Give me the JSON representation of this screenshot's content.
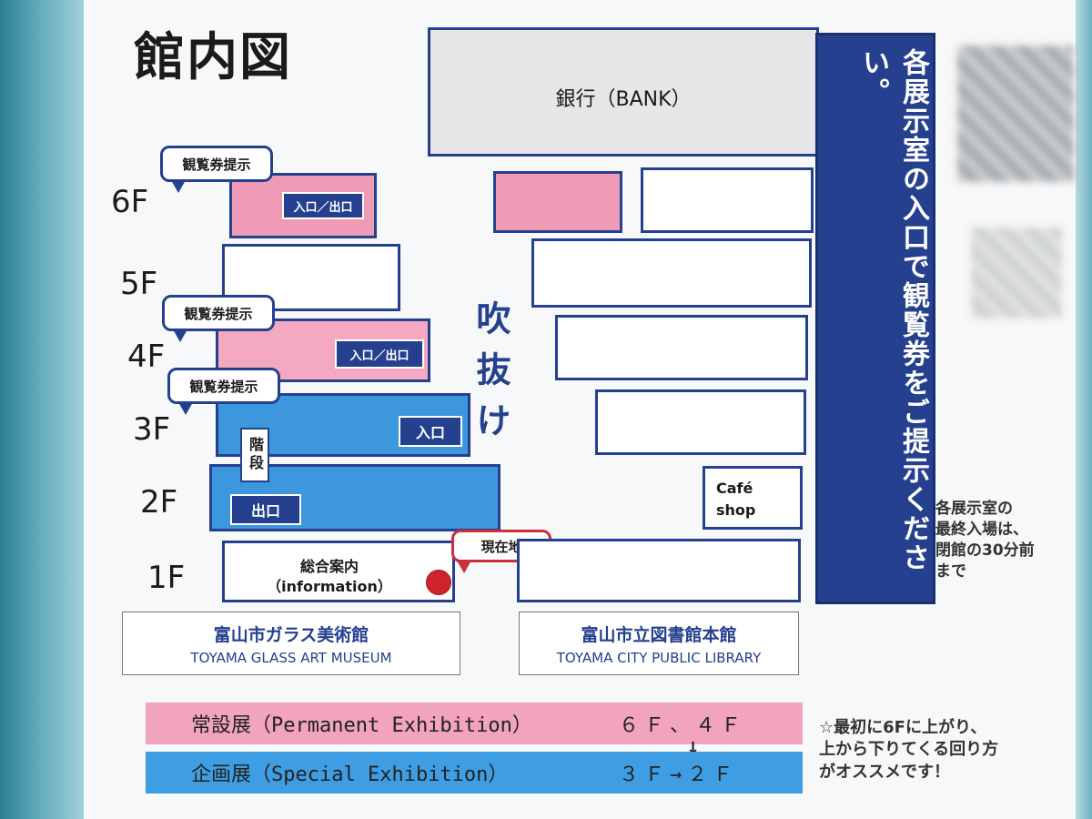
{
  "title": "館内図",
  "floors": [
    "6F",
    "5F",
    "4F",
    "3F",
    "2F",
    "1F"
  ],
  "bubbles": {
    "ticket_6f": "観覧券提示",
    "ticket_4f": "観覧券提示",
    "ticket_3f": "観覧券提示",
    "current_location": "現在地"
  },
  "tags": {
    "entrance_exit_6f": "入口／出口",
    "entrance_exit_4f": "入口／出口",
    "entrance_3f": "入口",
    "exit_2f": "出口"
  },
  "stairs": "階段",
  "information": {
    "jp": "総合案内",
    "en": "（information）"
  },
  "void": "吹抜け",
  "bank": "銀行（BANK）",
  "cafe": {
    "line1": "Café",
    "line2": "shop"
  },
  "museum": {
    "jp": "富山市ガラス美術館",
    "en": "TOYAMA GLASS ART MUSEUM"
  },
  "library": {
    "jp": "富山市立図書館本館",
    "en": "TOYAMA CITY  PUBLIC LIBRARY"
  },
  "vertical_notice": "各展示室の入口で観覧券をご提示ください。",
  "last_entry_note": [
    "各展示室の",
    "最終入場は、",
    "閉館の30分前",
    "まで"
  ],
  "legend": {
    "permanent_label": "常設展（Permanent Exhibition）",
    "permanent_floors": "６Ｆ、４Ｆ",
    "special_label": "企画展（Special Exhibition）",
    "special_floors": "３Ｆ→２Ｆ",
    "arrow": "↓"
  },
  "recommend_note": [
    "☆最初に6Fに上がり、",
    "上から下りてくる回り方",
    "がオススメです！"
  ],
  "colors": {
    "navy": "#25408f",
    "pink": "#ef9bb5",
    "blue": "#3d97dc",
    "red": "#d0222a"
  }
}
